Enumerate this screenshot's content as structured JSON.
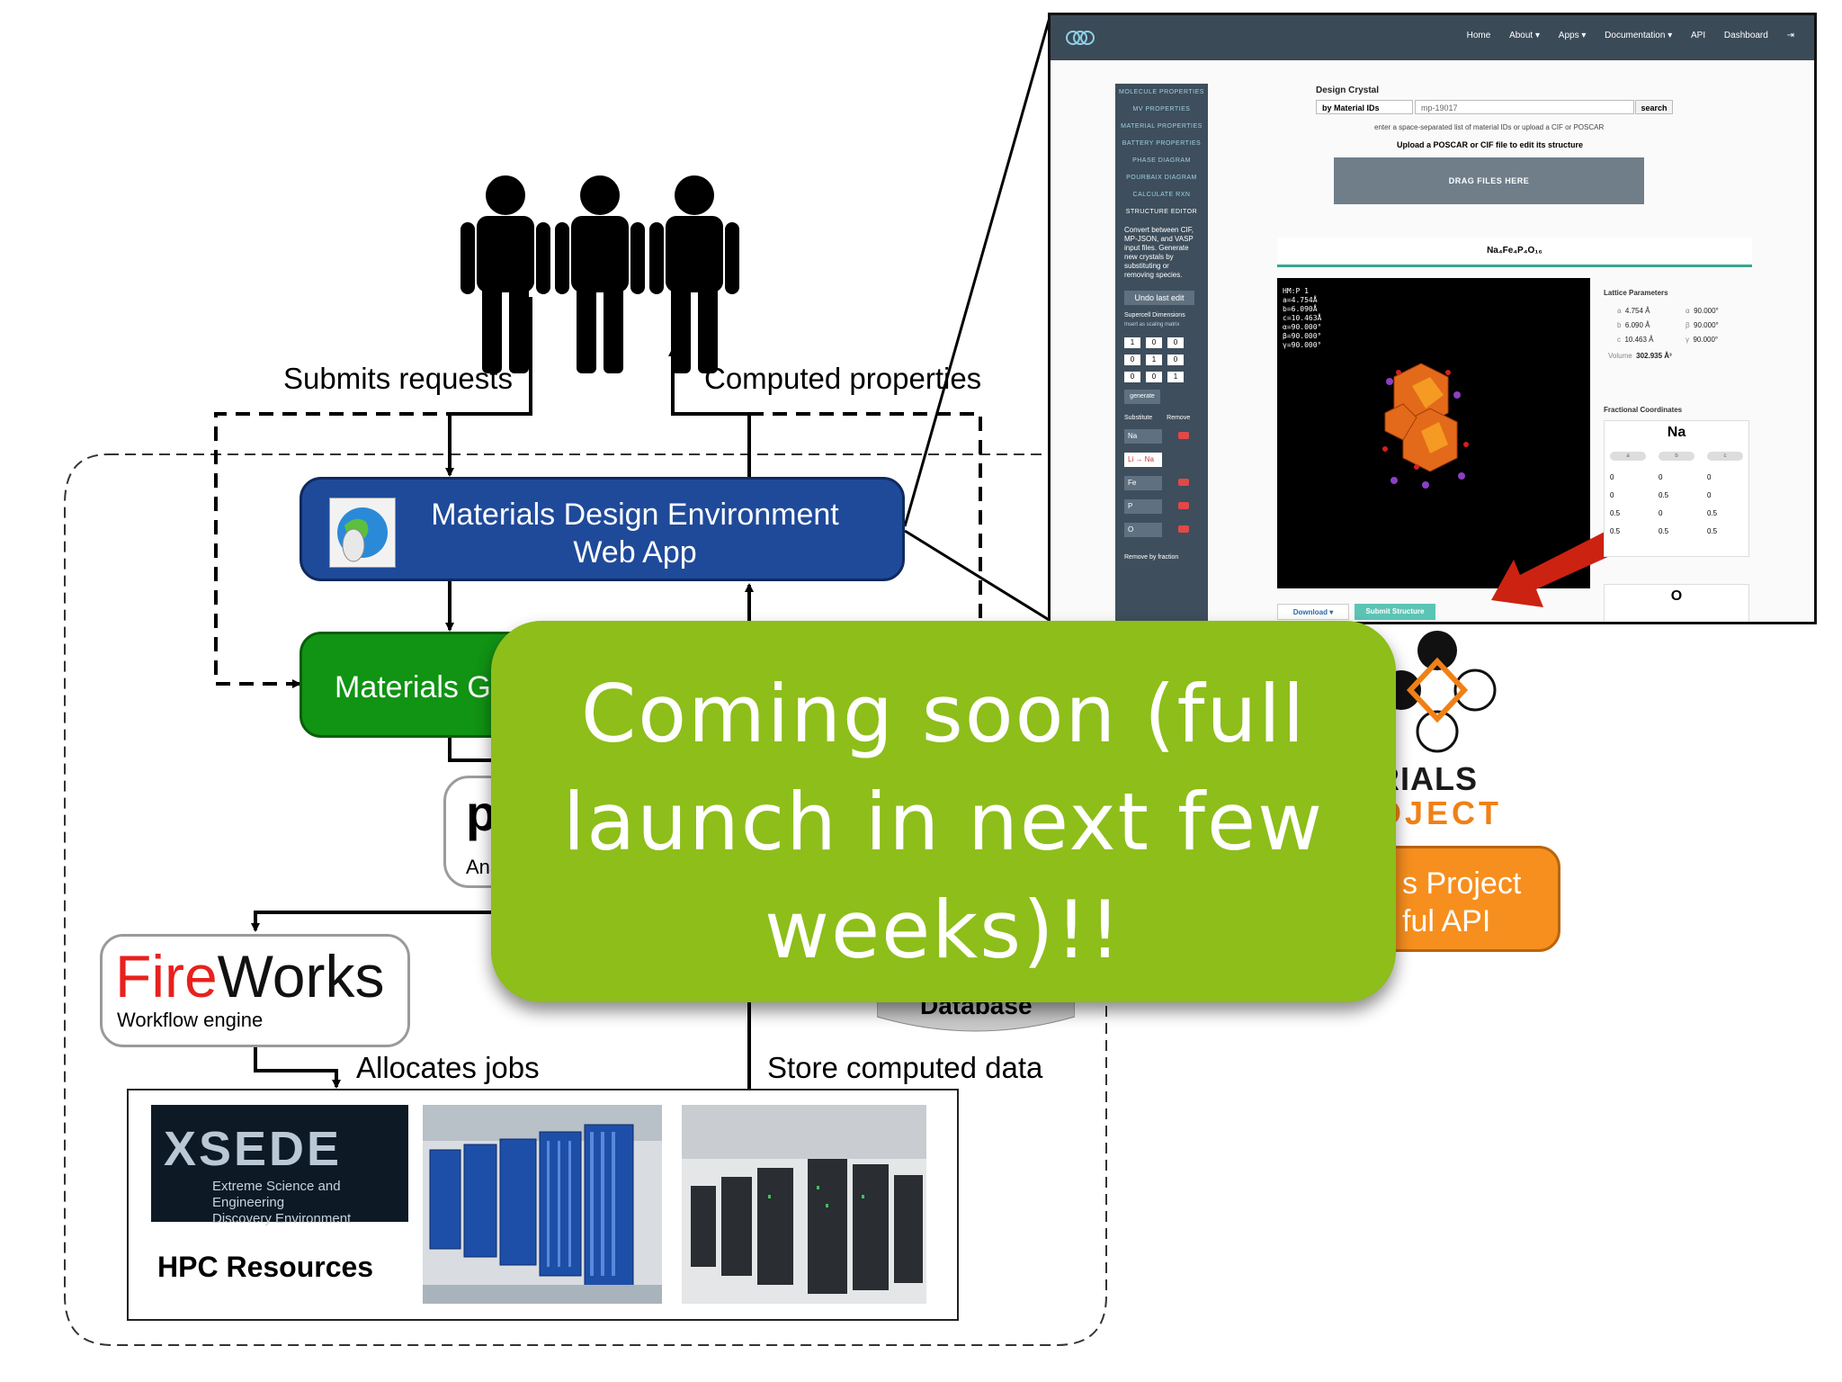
{
  "labels": {
    "submits": "Submits requests",
    "computed": "Computed properties",
    "allocates": "Allocates jobs",
    "store": "Store computed data"
  },
  "boxes": {
    "webapp_line1": "Materials Design Environment",
    "webapp_line2": "Web App",
    "gateway_partial": "Materials G",
    "mpapi_line1": "s Project",
    "mpapi_line2": "ful API",
    "py_letter": "p",
    "py_sub": "Ana"
  },
  "fireworks": {
    "fire": "Fire",
    "works": "Works",
    "subtitle": "Workflow engine"
  },
  "hpc": {
    "xsede_title": "XSEDE",
    "xsede_sub1": "Extreme Science and Engineering",
    "xsede_sub2": "Discovery Environment",
    "label": "HPC Resources"
  },
  "database": {
    "label": "Database"
  },
  "mp_logo": {
    "line1": "RIALS",
    "line2": "OJECT"
  },
  "screenshot": {
    "nav": [
      "Home",
      "About ▾",
      "Apps ▾",
      "Documentation ▾",
      "API",
      "Dashboard"
    ],
    "side_menu": [
      "MOLECULE PROPERTIES",
      "MV PROPERTIES",
      "MATERIAL PROPERTIES",
      "BATTERY PROPERTIES",
      "PHASE DIAGRAM",
      "POURBAIX DIAGRAM",
      "CALCULATE RXN",
      "STRUCTURE EDITOR"
    ],
    "side_desc": "Convert between CIF, MP-JSON, and VASP input files. Generate new crystals by substituting or removing species.",
    "undo": "Undo last edit",
    "supercell": "Supercell Dimensions",
    "supercell_note": "Insert as scaling matrix",
    "matrix": [
      "1",
      "0",
      "0",
      "0",
      "1",
      "0",
      "0",
      "0",
      "1"
    ],
    "generate": "generate",
    "substitute": "Substitute",
    "remove": "Remove",
    "species": [
      "Na",
      "Li → Na",
      "Fe",
      "P",
      "O"
    ],
    "remove_by": "Remove by fraction",
    "design_label": "Design Crystal",
    "select_value": "by Material IDs",
    "input_value": "mp-19017",
    "search": "search",
    "hint": "enter a space-separated list of material IDs or upload a CIF or POSCAR",
    "upload": "Upload a POSCAR or CIF file to edit its structure",
    "drop": "DRAG FILES HERE",
    "formula": "Na₄Fe₄P₄O₁₆",
    "viewer_text": "HM:P 1\na=4.754Å\nb=6.090Å\nc=10.463Å\nα=90.000°\nβ=90.000°\nγ=90.000°",
    "lattice_title": "Lattice Parameters",
    "a": "4.754 Å",
    "b": "6.090 Å",
    "c": "10.463 Å",
    "alpha": "90.000°",
    "beta": "90.000°",
    "gamma": "90.000°",
    "volume_label": "Volume",
    "volume": "302.935 Å³",
    "frac_title": "Fractional Coordinates",
    "na_label": "Na",
    "col_labels": [
      "a",
      "b",
      "c"
    ],
    "na_rows": [
      [
        "0",
        "0",
        "0"
      ],
      [
        "0",
        "0.5",
        "0"
      ],
      [
        "0.5",
        "0",
        "0.5"
      ],
      [
        "0.5",
        "0.5",
        "0.5"
      ]
    ],
    "o_label": "O",
    "download": "Download ▾",
    "submit": "Submit Structure"
  },
  "overlay": {
    "message": "Coming soon (full launch in next few weeks)!!"
  },
  "colors": {
    "webapp": "#1f4a9a",
    "gateway": "#119314",
    "mpapi": "#f78f1e",
    "overlay": "#8dbe1a",
    "fire": "#e8211d"
  }
}
